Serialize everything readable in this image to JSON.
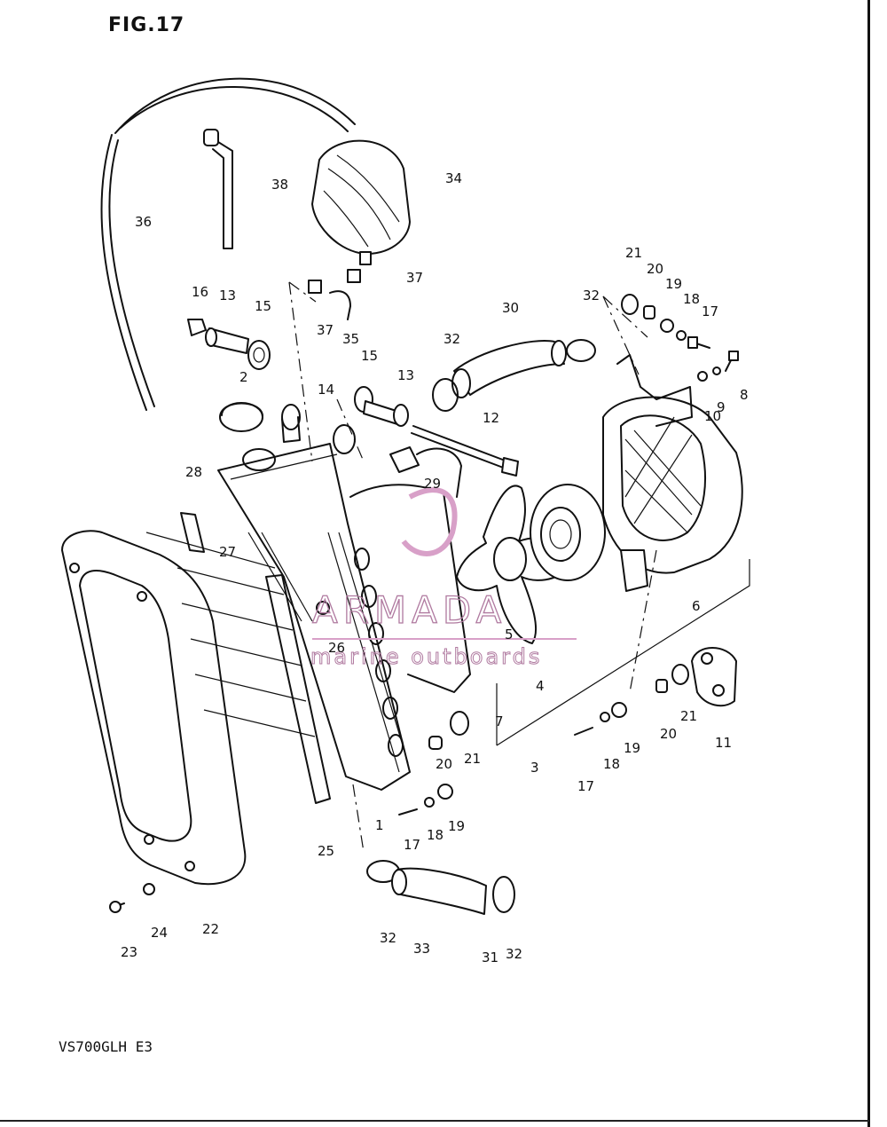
{
  "figure_title": "FIG.17",
  "model_code": "VS700GLH E3",
  "watermark": {
    "brand": "ARMADA",
    "tagline": "marine outboards",
    "color": "#b07aa0"
  },
  "callouts": [
    "1",
    "2",
    "3",
    "4",
    "5",
    "6",
    "7",
    "8",
    "9",
    "10",
    "11",
    "12",
    "13",
    "13",
    "14",
    "15",
    "15",
    "16",
    "17",
    "17",
    "17",
    "18",
    "18",
    "18",
    "19",
    "19",
    "19",
    "20",
    "20",
    "20",
    "21",
    "21",
    "21",
    "22",
    "23",
    "24",
    "25",
    "26",
    "27",
    "28",
    "29",
    "30",
    "31",
    "32",
    "32",
    "32",
    "32",
    "33",
    "34",
    "35",
    "36",
    "37",
    "37",
    "38"
  ]
}
